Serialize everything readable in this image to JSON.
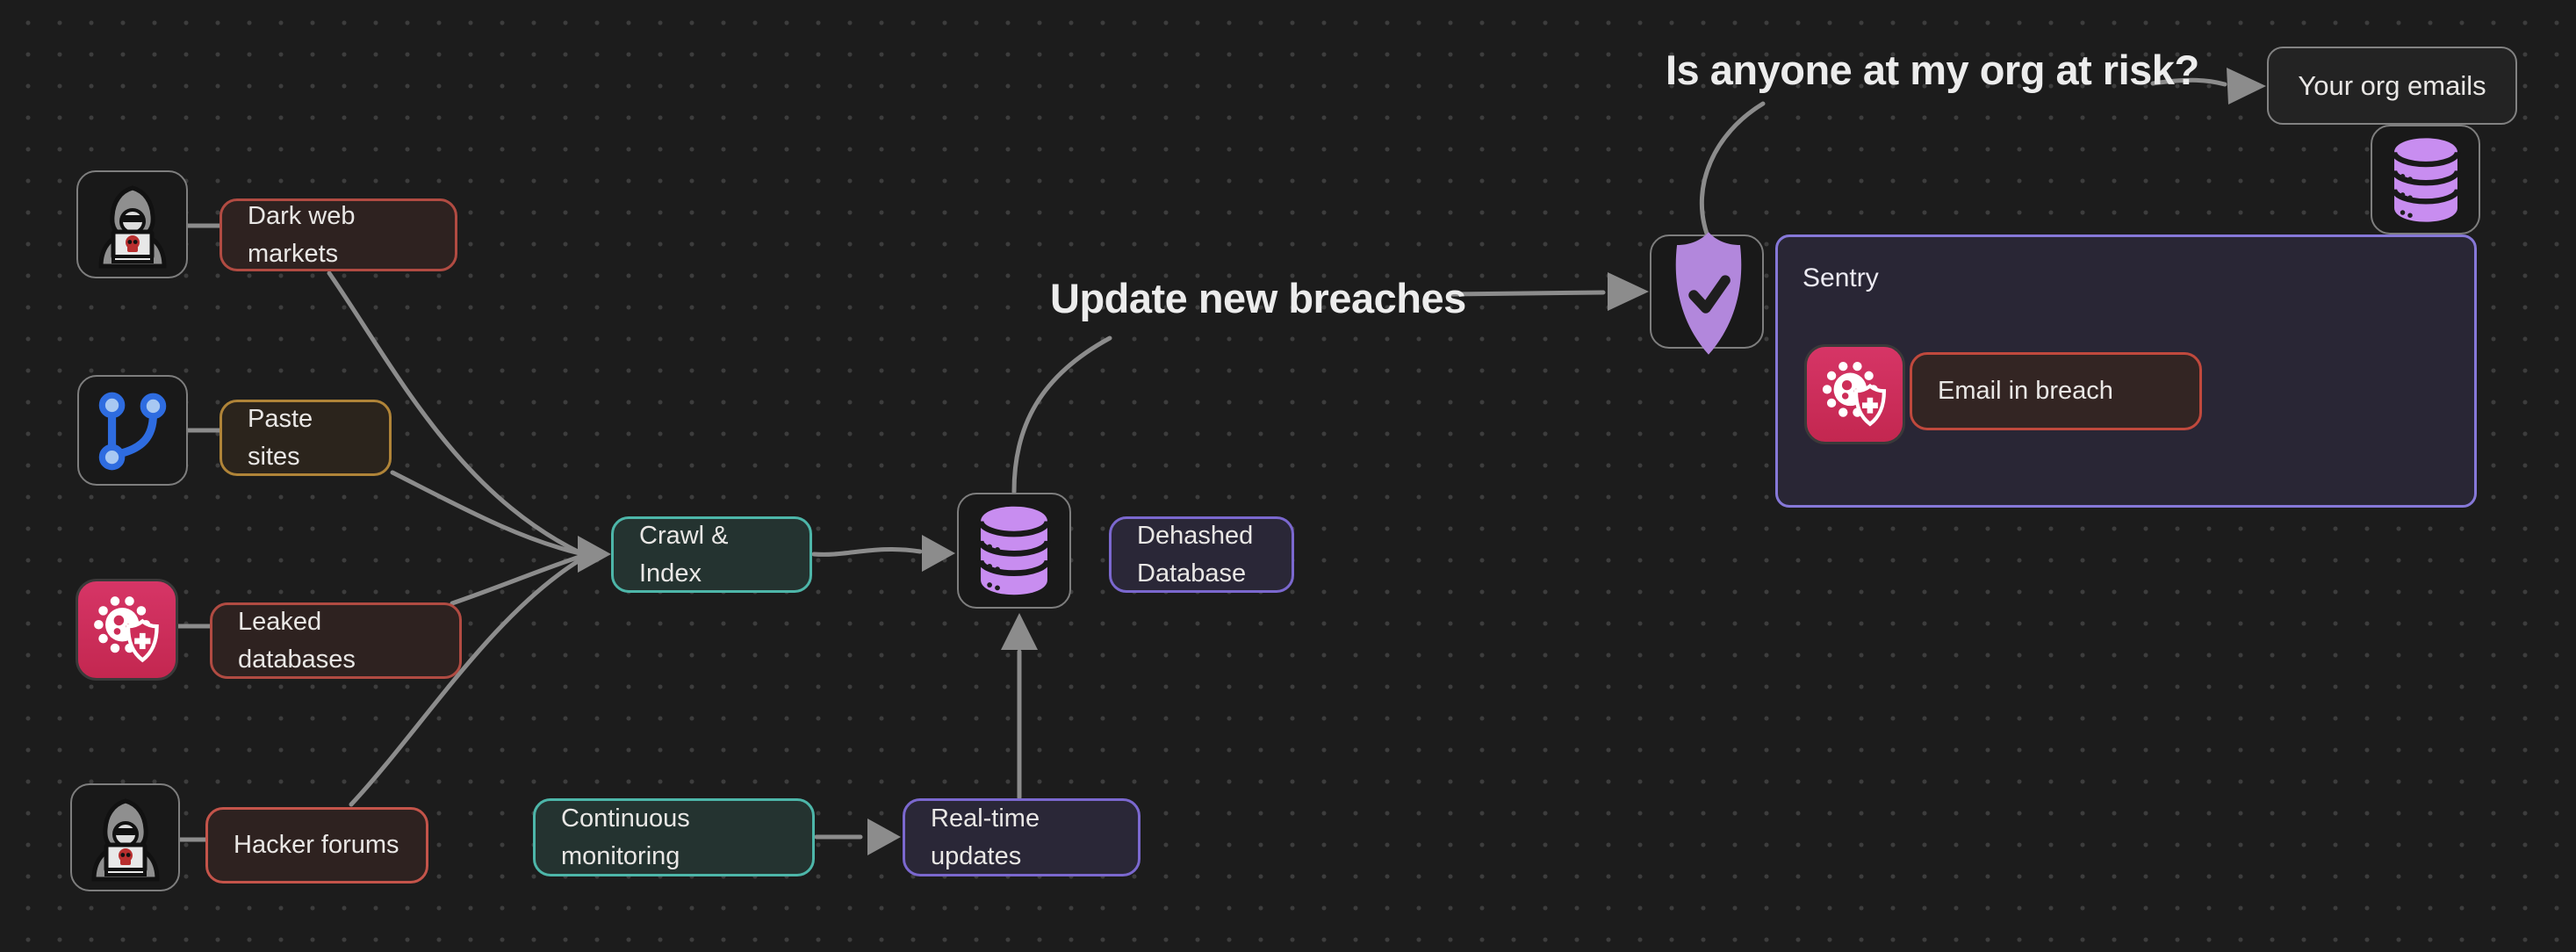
{
  "diagram": {
    "background": "#1c1c1c",
    "dot_color": "#3d3d3d",
    "arrow_color": "#8c8c8c",
    "text_color": "#ebebeb"
  },
  "annotations": {
    "org_risk_question": "Is anyone at my org at risk?",
    "update_breaches": "Update new breaches"
  },
  "sources": {
    "dark_web": {
      "line1": "Dark web",
      "line2": "markets",
      "border": "#b14b42",
      "icon": "hacker-icon"
    },
    "paste_sites": {
      "line1": "Paste",
      "line2": "sites",
      "border": "#b08438",
      "icon": "git-branch-icon"
    },
    "leaked_dbs": {
      "line1": "Leaked",
      "line2": "databases",
      "border": "#b14b42",
      "icon": "virus-shield-icon"
    },
    "hacker_forums": {
      "label": "Hacker forums",
      "border": "#c4544a",
      "icon": "hacker-icon"
    }
  },
  "pipeline": {
    "crawl_index": {
      "line1": "Crawl &",
      "line2": "Index",
      "border": "#4db6a9"
    },
    "dehashed_db": {
      "line1": "Dehashed",
      "line2": "Database",
      "border": "#7b68cf"
    },
    "continuous_monitoring": {
      "line1": "Continuous",
      "line2": "monitoring",
      "border": "#4db6a9"
    },
    "realtime_updates": {
      "line1": "Real-time",
      "line2": "updates",
      "border": "#7b68cf"
    },
    "database_icon": "database-icon",
    "db_purple": "#c88df0"
  },
  "sentry": {
    "title": "Sentry",
    "breach_tag": "Email in breach",
    "border": "#8678d8",
    "shield_icon": "shield-check-icon",
    "shield_purple": "#b287dc",
    "virus_icon": "virus-shield-icon",
    "virus_pink": "#d12a5e"
  },
  "org": {
    "emails_label": "Your org emails",
    "database_icon": "database-icon"
  }
}
